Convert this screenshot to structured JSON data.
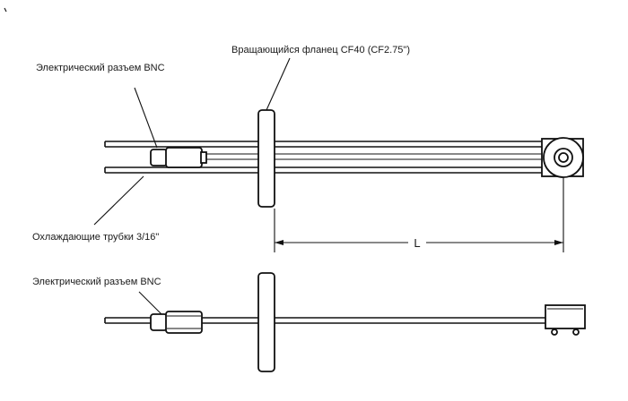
{
  "labels": {
    "flange": "Вращающийся фланец CF40 (CF2.75\")",
    "bnc_top": "Электрический разъем BNC",
    "cooling_tubes": "Охлаждающие трубки 3/16\"",
    "dimension_l": "L",
    "bnc_bottom": "Электрический разъем BNC"
  },
  "colors": {
    "line": "#111111",
    "background": "#ffffff"
  }
}
